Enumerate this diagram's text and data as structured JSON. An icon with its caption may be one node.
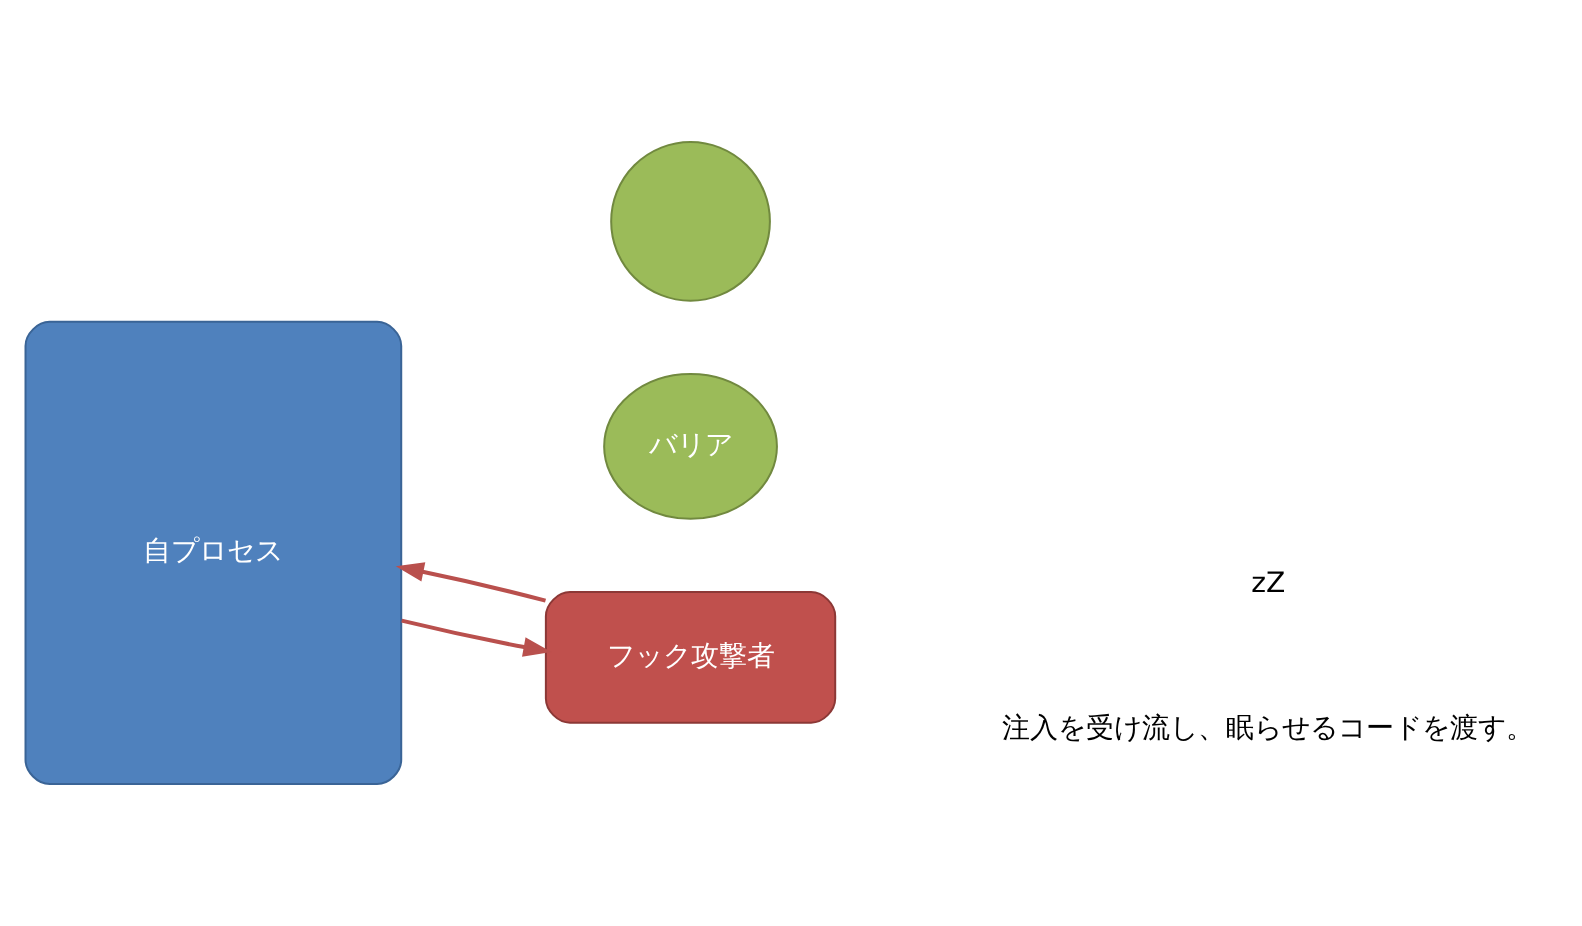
{
  "diagram": {
    "nodes": [
      {
        "text": [
          "自プロセス"
        ]
      },
      {
        "text": [],
        "shape": "circle"
      },
      {
        "text": [
          "バリア"
        ]
      },
      {
        "text": [
          "フック攻撃者"
        ]
      }
    ],
    "edges": [
      {
        "from": 3,
        "to": 0,
        "arrow": "to"
      },
      {
        "from": 0,
        "to": 3,
        "arrow": "to"
      }
    ],
    "labels": [
      "zZ",
      "注入を受け流し、眠らせるコードを渡す。"
    ]
  }
}
